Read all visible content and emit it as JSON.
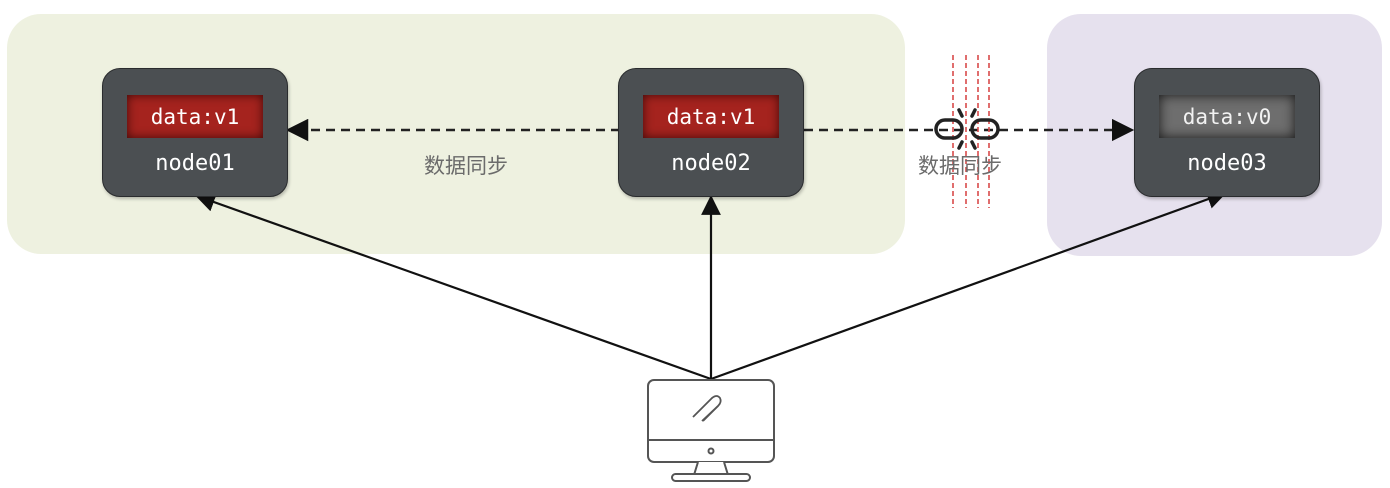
{
  "nodes": [
    {
      "id": "node01",
      "data": "data:v1",
      "name": "node01",
      "badge_color": "#a5231e"
    },
    {
      "id": "node02",
      "data": "data:v1",
      "name": "node02",
      "badge_color": "#a5231e"
    },
    {
      "id": "node03",
      "data": "data:v0",
      "name": "node03",
      "badge_color": "#6e6e6e"
    }
  ],
  "links": [
    {
      "label": "数据同步",
      "from": "node02",
      "to": "node01",
      "style": "dashed",
      "state": "ok"
    },
    {
      "label": "数据同步",
      "from": "node02",
      "to": "node03",
      "style": "dashed",
      "state": "broken",
      "icon": "broken-link-icon"
    }
  ],
  "client": {
    "icon": "monitor-icon"
  },
  "colors": {
    "group_a": "#eef1e0",
    "group_b": "#e6e1ee",
    "node": "#4b4f52",
    "partition_line": "#d94a4a"
  }
}
